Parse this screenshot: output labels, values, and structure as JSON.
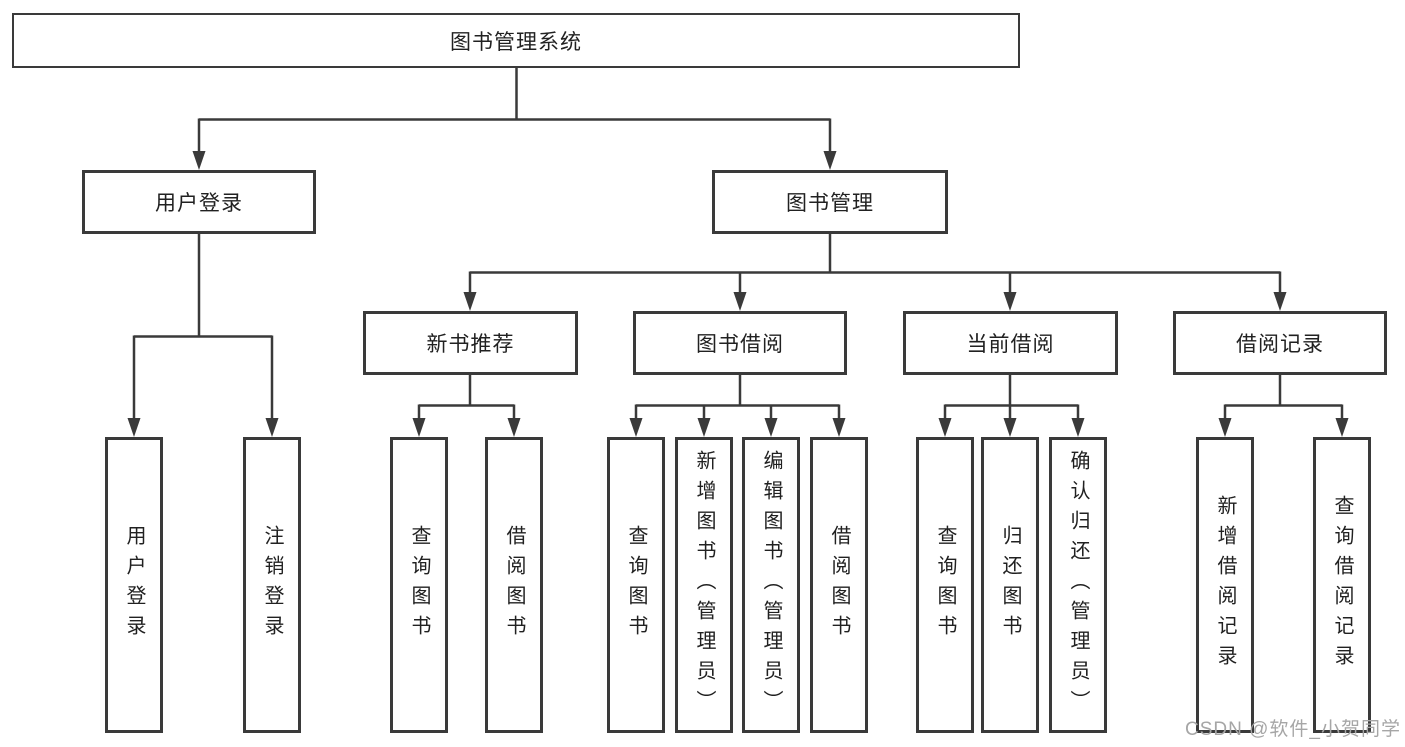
{
  "nodes": {
    "root": {
      "label": "图书管理系统"
    },
    "user_login": {
      "label": "用户登录"
    },
    "book_mgmt": {
      "label": "图书管理"
    },
    "new_book_rec": {
      "label": "新书推荐"
    },
    "book_borrow": {
      "label": "图书借阅"
    },
    "current_borrow": {
      "label": "当前借阅"
    },
    "borrow_records": {
      "label": "借阅记录"
    },
    "login_leaf": {
      "label": "用户登录"
    },
    "logout_leaf": {
      "label": "注销登录"
    },
    "rec_query": {
      "label": "查询图书"
    },
    "rec_borrow": {
      "label": "借阅图书"
    },
    "bb_query": {
      "label": "查询图书"
    },
    "bb_add": {
      "label": "新增图书（管理员）"
    },
    "bb_edit": {
      "label": "编辑图书（管理员）"
    },
    "bb_borrow": {
      "label": "借阅图书"
    },
    "cb_query": {
      "label": "查询图书"
    },
    "cb_return": {
      "label": "归还图书"
    },
    "cb_confirm": {
      "label": "确认归还（管理员）"
    },
    "br_add": {
      "label": "新增借阅记录"
    },
    "br_query": {
      "label": "查询借阅记录"
    }
  },
  "hierarchy": {
    "图书管理系统": {
      "用户登录": [
        "用户登录",
        "注销登录"
      ],
      "图书管理": {
        "新书推荐": [
          "查询图书",
          "借阅图书"
        ],
        "图书借阅": [
          "查询图书",
          "新增图书（管理员）",
          "编辑图书（管理员）",
          "借阅图书"
        ],
        "当前借阅": [
          "查询图书",
          "归还图书",
          "确认归还（管理员）"
        ],
        "借阅记录": [
          "新增借阅记录",
          "查询借阅记录"
        ]
      }
    }
  },
  "watermark": {
    "text": "CSDN @软件_小贺同学",
    "color": "#a6a6a6"
  },
  "colors": {
    "line": "#3a3a3a",
    "text": "#212121",
    "background": "#ffffff"
  }
}
